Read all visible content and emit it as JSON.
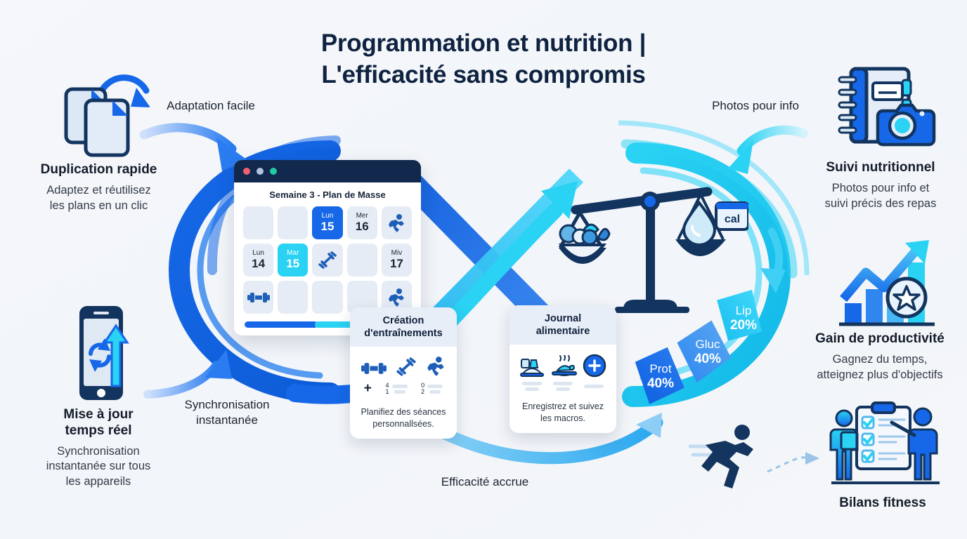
{
  "title": {
    "line1": "Programmation et nutrition |",
    "line2": "L'efficacité sans compromis"
  },
  "colors": {
    "background": "#f4f6f9",
    "navy": "#12284c",
    "primary_blue": "#1668e8",
    "cyan": "#2ad2f3",
    "light_blue": "#64a9f5",
    "text_dark": "#141c2b"
  },
  "features_left": [
    {
      "id": "duplication",
      "icon": "duplicate-documents-icon",
      "title": "Duplication rapide",
      "desc": "Adaptez et réutilisez\nles plans en un clic",
      "desc_lines": [
        "Adaptez et réutilisez",
        "les plans en un clic"
      ]
    },
    {
      "id": "realtime",
      "icon": "phone-sync-icon",
      "title": "Mise à jour\ntemps réel",
      "title_lines": [
        "Mise à jour",
        "temps réel"
      ],
      "desc_lines": [
        "Synchronisation",
        "instantanée sur tous",
        "les appareils"
      ]
    }
  ],
  "features_right": [
    {
      "id": "nutrition-tracking",
      "icon": "notebook-camera-icon",
      "title": "Suivi nutritionnel",
      "desc_lines": [
        "Photos pour info et",
        "suivi précis des repas"
      ]
    },
    {
      "id": "productivity",
      "icon": "growth-chart-star-icon",
      "title": "Gain de productivité",
      "desc_lines": [
        "Gagnez du temps,",
        "atteignez plus d'objectifs"
      ]
    },
    {
      "id": "fitness-reports",
      "icon": "checklist-people-icon",
      "title": "Bilans fitness",
      "desc_lines": []
    }
  ],
  "flow_labels": {
    "top_left": "Adaptation facile",
    "bottom_left": "Synchronisation\ninstantanée",
    "bottom_left_lines": [
      "Synchronisation",
      "instantanée"
    ],
    "top_right": "Photos pour info",
    "bottom_center": "Efficacité accrue"
  },
  "app_window": {
    "calendar_title": "Semaine 3 - Plan de Masse",
    "traffic_lights": [
      "close-dot",
      "minimize-dot",
      "maximize-dot"
    ],
    "cells": [
      {
        "type": "empty"
      },
      {
        "type": "empty"
      },
      {
        "type": "date",
        "weekday": "Lun",
        "day": "15",
        "state": "selected-blue"
      },
      {
        "type": "date",
        "weekday": "Mer",
        "day": "16",
        "state": "normal"
      },
      {
        "type": "icon",
        "icon": "runner-icon"
      },
      {
        "type": "date",
        "weekday": "Lun",
        "day": "14",
        "state": "normal"
      },
      {
        "type": "date",
        "weekday": "Mar",
        "day": "15",
        "state": "selected-cyan"
      },
      {
        "type": "icon",
        "icon": "dumbbell-diagonal-icon"
      },
      {
        "type": "empty"
      },
      {
        "type": "date",
        "weekday": "Miv",
        "day": "17",
        "state": "normal"
      },
      {
        "type": "icon",
        "icon": "dumbbell-icon"
      },
      {
        "type": "empty"
      },
      {
        "type": "empty"
      },
      {
        "type": "empty"
      },
      {
        "type": "icon",
        "icon": "runner-icon"
      }
    ],
    "progress": {
      "segment1_pct": 44,
      "segment2_pct": 35
    }
  },
  "cards": [
    {
      "id": "workout-creation",
      "title_lines": [
        "Création",
        "d'entraînements"
      ],
      "icons": [
        "dumbbell-icon",
        "dumbbell-diagonal-icon",
        "runner-icon"
      ],
      "sub_labels": [
        "+",
        "4\n1",
        "0\n2"
      ],
      "caption_lines": [
        "Planifiez des séances",
        "personnallsées."
      ]
    },
    {
      "id": "food-journal",
      "title_lines": [
        "Journal",
        "alimentaire"
      ],
      "icons": [
        "meal-tray-icon",
        "roast-dish-icon",
        "plus-button-icon"
      ],
      "caption_lines": [
        "Enregistrez et suivez",
        "les macros."
      ]
    }
  ],
  "chart_data": {
    "type": "pie",
    "title": "Macros",
    "categories": [
      "Prot",
      "Gluc",
      "Lip"
    ],
    "values": [
      40,
      40,
      20
    ],
    "labels": [
      "Prot 40%",
      "Gluc 40%",
      "Lip 20%"
    ],
    "colors": [
      "#1668e8",
      "#3d8ded",
      "#2ad2f3"
    ],
    "unit": "%",
    "legend": "inline-slice-labels",
    "slices": [
      {
        "name": "Prot",
        "value": 40,
        "display": "40%",
        "color": "#1668e8"
      },
      {
        "name": "Gluc",
        "value": 40,
        "display": "40%",
        "color": "#3d8ded"
      },
      {
        "name": "Lip",
        "value": 20,
        "display": "20%",
        "color": "#2ad2f3"
      }
    ]
  },
  "scale_graphic": {
    "id": "balance-scale",
    "left_pan": "food-bowl-icon",
    "right_pan": "water-drop-icon",
    "badge_label": "cal"
  },
  "runner_graphic": {
    "id": "running-figure",
    "arrow": "dashed-arrow-right"
  }
}
